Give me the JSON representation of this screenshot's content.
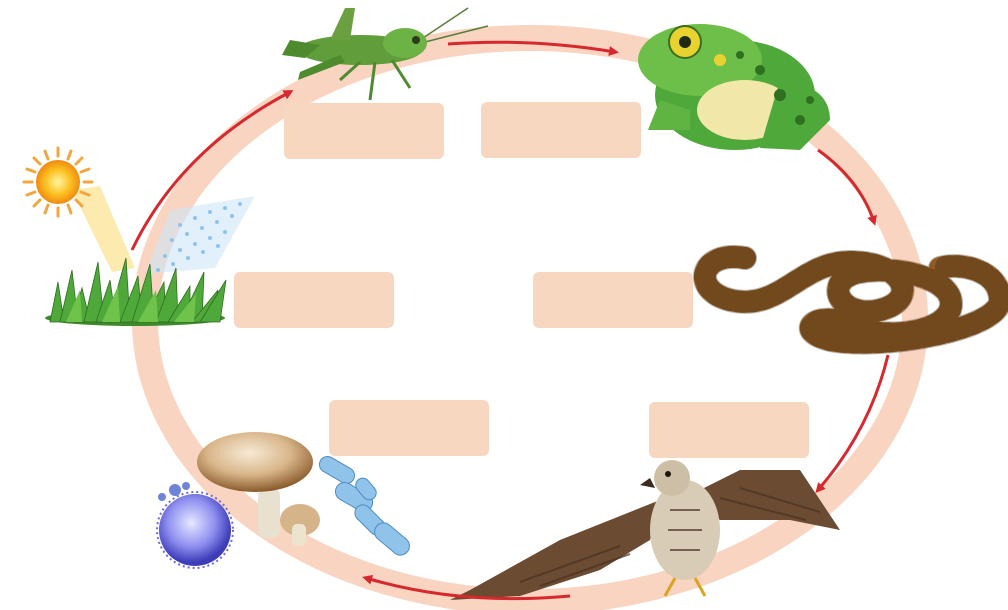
{
  "diagram": {
    "type": "food-cycle",
    "colors": {
      "ring": "#f6c8b0",
      "arrow": "#d6282d",
      "label_box": "#f8d7c0"
    },
    "organisms": [
      {
        "id": "sun",
        "icon": "sun-icon"
      },
      {
        "id": "rain",
        "icon": "rain-icon"
      },
      {
        "id": "grass",
        "icon": "grass-icon"
      },
      {
        "id": "grasshopper",
        "icon": "grasshopper-icon"
      },
      {
        "id": "frog",
        "icon": "frog-icon"
      },
      {
        "id": "snake",
        "icon": "snake-icon"
      },
      {
        "id": "hawk",
        "icon": "hawk-icon"
      },
      {
        "id": "decomposers",
        "icon": "mushroom-bacteria-icon"
      }
    ],
    "label_boxes": [
      "",
      "",
      "",
      "",
      "",
      ""
    ]
  }
}
